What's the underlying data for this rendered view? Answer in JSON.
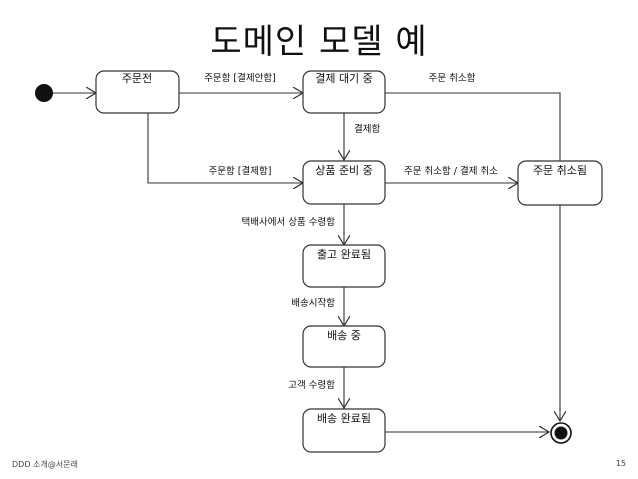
{
  "slide": {
    "title": "도메인 모델 예",
    "footer_left": "DDD 소개@서문래",
    "page_number": "15"
  },
  "diagram": {
    "states": [
      {
        "id": "s0",
        "label": "주문전"
      },
      {
        "id": "s1",
        "label": "결제 대기 중"
      },
      {
        "id": "s2",
        "label": "상품 준비 중"
      },
      {
        "id": "s3",
        "label": "주문 취소됨"
      },
      {
        "id": "s4",
        "label": "출고 완료됨"
      },
      {
        "id": "s5",
        "label": "배송 중"
      },
      {
        "id": "s6",
        "label": "배송 완료됨"
      }
    ],
    "transitions": [
      {
        "id": "t0",
        "label": ""
      },
      {
        "id": "t1",
        "label": "주문함 [결제안함]"
      },
      {
        "id": "t2",
        "label": "주문 취소함"
      },
      {
        "id": "t3",
        "label": "결제함"
      },
      {
        "id": "t4",
        "label": "주문함 [결제함]"
      },
      {
        "id": "t5",
        "label": "주문 취소함 / 결제 취소"
      },
      {
        "id": "t6",
        "label": "택배사에서 상품 수령함"
      },
      {
        "id": "t7",
        "label": "배송시작함"
      },
      {
        "id": "t8",
        "label": "고객 수령함"
      },
      {
        "id": "t9",
        "label": ""
      },
      {
        "id": "t10",
        "label": ""
      }
    ]
  }
}
